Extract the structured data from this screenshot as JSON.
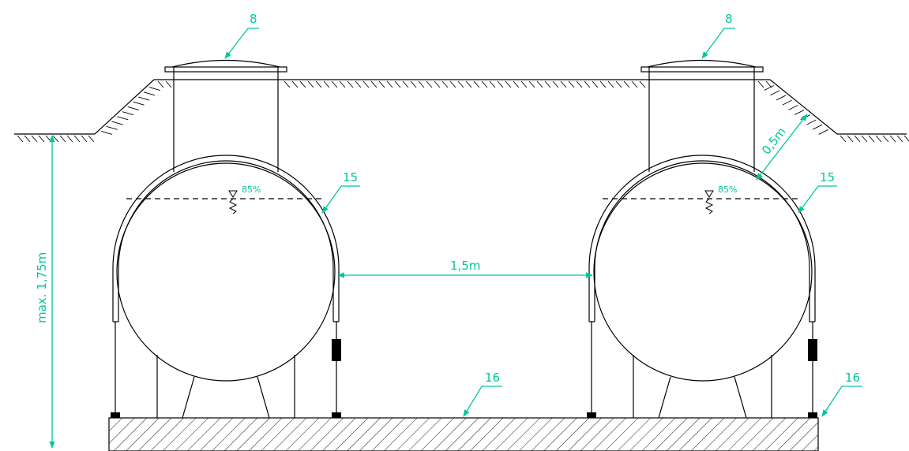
{
  "labels": {
    "manhole_left": "8",
    "manhole_right": "8",
    "cover_left": "15",
    "cover_right": "15",
    "base_mid": "16",
    "base_right": "16",
    "fill_left": "85%",
    "fill_right": "85%",
    "spacing": "1,5m",
    "cover_depth": "0,5m",
    "max_depth": "max. 1,75m"
  },
  "colors": {
    "dimension": "#00c79a",
    "drawing": "#000000"
  }
}
